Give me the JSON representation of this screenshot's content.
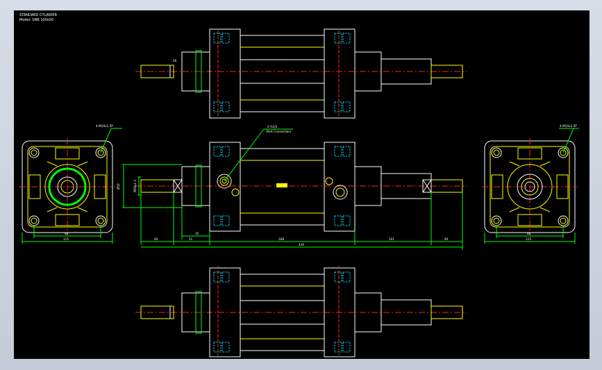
{
  "drawing": {
    "title": "STANDARD CYLINDER",
    "subtitle": "Model: SNB 100x50"
  },
  "colors": {
    "background": "#000000",
    "outline": "#ffffff",
    "body": "#ffff00",
    "green": "#00ff00",
    "center": "#ff2020",
    "cyan": "#00e5ff",
    "frame": "#c9d1dc"
  },
  "labels": {
    "port_callout": "2-G1/2",
    "port_callout_sub": "(Port Connection)",
    "left_thread_callout": "4-M10x1.5P",
    "right_thread_callout": "4-M10x1.5P"
  },
  "dimensions": {
    "d40_left": "40",
    "d51": "51",
    "d35": "35",
    "d168": "168",
    "d101": "101",
    "d40_right": "40",
    "d430": "430",
    "left_89": "89",
    "left_115": "115",
    "right_89": "89",
    "right_115": "115",
    "vert_phi": "Ø50",
    "vert_thread": "M20x1.5",
    "top_small": "26"
  }
}
